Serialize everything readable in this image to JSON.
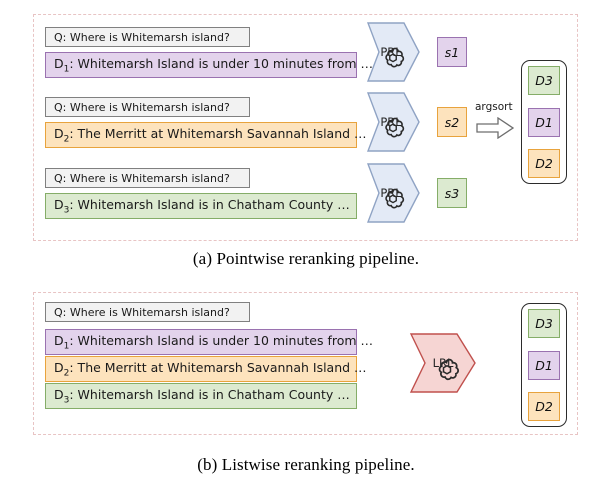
{
  "figure": {
    "panel_a": {
      "caption": "(a) Pointwise reranking pipeline.",
      "rows": [
        {
          "query": "Q: Where is Whitemarsh island?",
          "doc_id": "D",
          "doc_sub": "1",
          "doc_text": ": Whitemarsh Island is under 10 minutes from …",
          "color": "purple",
          "model": "PRL",
          "score": "s1"
        },
        {
          "query": "Q: Where is Whitemarsh island?",
          "doc_id": "D",
          "doc_sub": "2",
          "doc_text": ": The Merritt at Whitemarsh Savannah Island …",
          "color": "orange",
          "model": "PRL",
          "score": "s2"
        },
        {
          "query": "Q: Where is Whitemarsh island?",
          "doc_id": "D",
          "doc_sub": "3",
          "doc_text": ": Whitemarsh Island is in Chatham County …",
          "color": "green",
          "model": "PRL",
          "score": "s3"
        }
      ],
      "argsort_label": "argsort",
      "ranked": [
        {
          "label": "D3",
          "color": "green"
        },
        {
          "label": "D1",
          "color": "purple"
        },
        {
          "label": "D2",
          "color": "orange"
        }
      ]
    },
    "panel_b": {
      "caption": "(b) Listwise reranking pipeline.",
      "query": "Q: Where is Whitemarsh island?",
      "docs": [
        {
          "doc_id": "D",
          "doc_sub": "1",
          "doc_text": ": Whitemarsh Island is under 10 minutes from …",
          "color": "purple"
        },
        {
          "doc_id": "D",
          "doc_sub": "2",
          "doc_text": ": The Merritt at Whitemarsh Savannah Island …",
          "color": "orange"
        },
        {
          "doc_id": "D",
          "doc_sub": "3",
          "doc_text": ": Whitemarsh Island is in Chatham County …",
          "color": "green"
        }
      ],
      "model": "LRL",
      "ranked": [
        {
          "label": "D3",
          "color": "green"
        },
        {
          "label": "D1",
          "color": "purple"
        },
        {
          "label": "D2",
          "color": "orange"
        }
      ]
    }
  },
  "colors": {
    "purple_fill": "#e3d3ec",
    "purple_stroke": "#9a72b0",
    "orange_fill": "#fde3bd",
    "orange_stroke": "#e8a33d",
    "green_fill": "#dcead0",
    "green_stroke": "#85ad68",
    "model_prl_fill": "#e3eaf6",
    "model_prl_stroke": "#8fa3c4",
    "model_lrl_fill": "#f6d5d3",
    "model_lrl_stroke": "#c0504d",
    "query_fill": "#f2f2f2",
    "query_stroke": "#808080",
    "panel_border": "#e8c4c4"
  }
}
